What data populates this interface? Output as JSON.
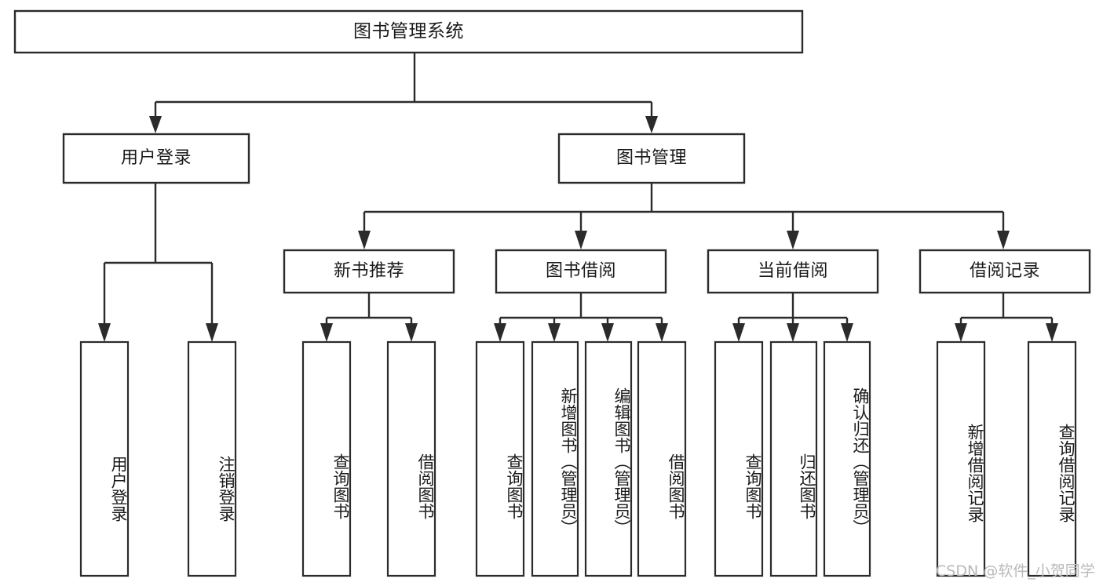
{
  "diagram": {
    "type": "tree-hierarchy",
    "title": "图书管理系统",
    "orientation": "top-down",
    "colors": {
      "box_stroke": "#2b2b2b",
      "box_fill": "#ffffff",
      "text": "#1a1a1a",
      "background": "#ffffff",
      "watermark": "#b9b9b9"
    },
    "root": {
      "label": "图书管理系统"
    },
    "level2": [
      {
        "label": "用户登录"
      },
      {
        "label": "图书管理"
      }
    ],
    "level3": [
      {
        "label": "新书推荐"
      },
      {
        "label": "图书借阅"
      },
      {
        "label": "当前借阅"
      },
      {
        "label": "借阅记录"
      }
    ],
    "leaves": {
      "user_login": [
        {
          "label": "用户登录"
        },
        {
          "label": "注销登录"
        }
      ],
      "new_book_recommend": [
        {
          "label": "查询图书"
        },
        {
          "label": "借阅图书"
        }
      ],
      "book_borrow": [
        {
          "label": "查询图书"
        },
        {
          "label": "新增图书（管理员）"
        },
        {
          "label": "编辑图书（管理员）"
        },
        {
          "label": "借阅图书"
        }
      ],
      "current_borrow": [
        {
          "label": "查询图书"
        },
        {
          "label": "归还图书"
        },
        {
          "label": "确认归还（管理员）"
        }
      ],
      "borrow_record": [
        {
          "label": "新增借阅记录"
        },
        {
          "label": "查询借阅记录"
        }
      ]
    }
  },
  "watermark": {
    "text": "CSDN @软件_小贺同学"
  }
}
